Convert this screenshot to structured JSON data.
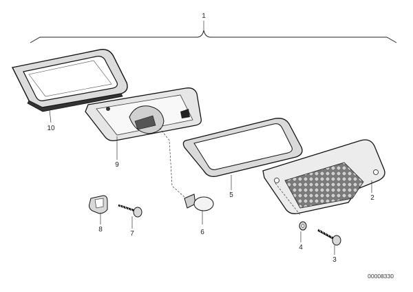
{
  "diagram": {
    "assembly_number": "1",
    "reference_code": "00008330",
    "callouts": [
      {
        "id": "10",
        "part": "frame-gasket"
      },
      {
        "id": "9",
        "part": "lamp-housing"
      },
      {
        "id": "5",
        "part": "lens-gasket"
      },
      {
        "id": "2",
        "part": "lens-cover"
      },
      {
        "id": "8",
        "part": "clip-nut"
      },
      {
        "id": "7",
        "part": "screw"
      },
      {
        "id": "6",
        "part": "bulb"
      },
      {
        "id": "4",
        "part": "washer"
      },
      {
        "id": "3",
        "part": "screw"
      }
    ]
  }
}
